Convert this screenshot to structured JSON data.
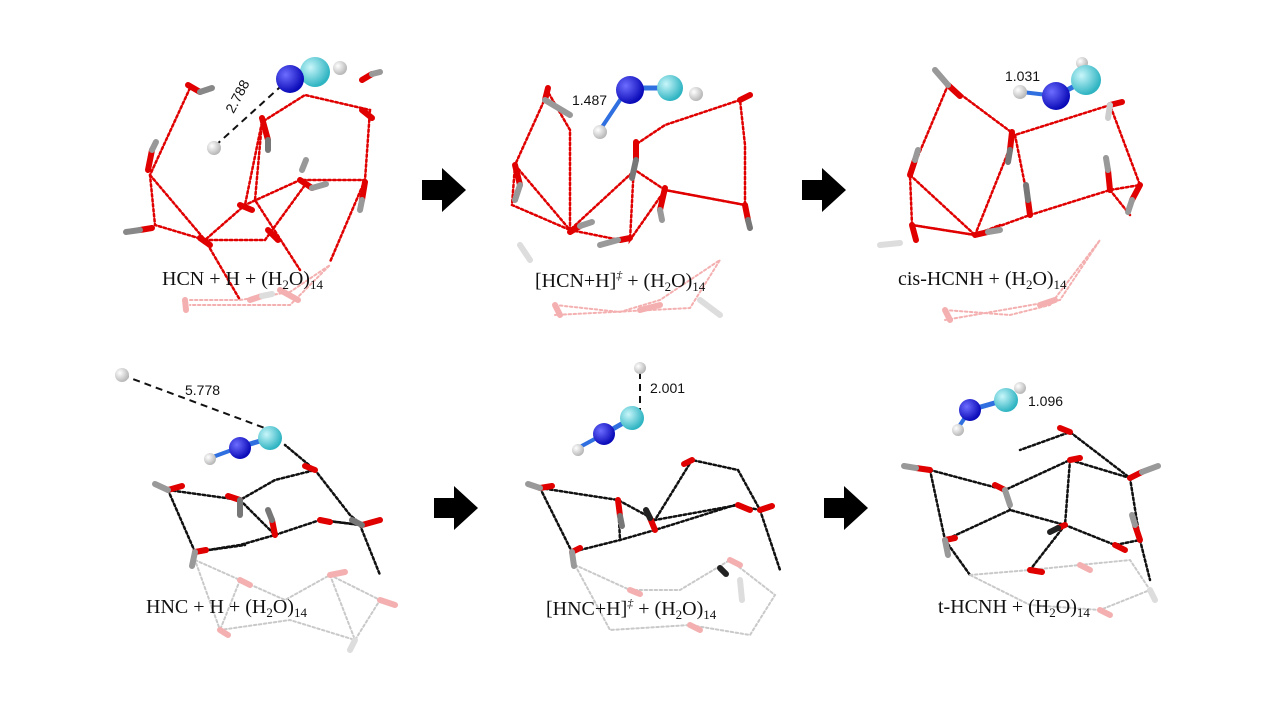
{
  "panels": [
    {
      "id": "p1",
      "label": {
        "main": "HCN + H + (H",
        "sub1": "2",
        "mid": "O)",
        "sub2": "14",
        "sup": ""
      },
      "distance": "2.788",
      "bond_color": "#e00000"
    },
    {
      "id": "p2",
      "label": {
        "main": "[HCN+H]",
        "sup": "‡",
        "mid": " + (H",
        "sub1": "2",
        "tail": "O)",
        "sub2": "14"
      },
      "distance": "1.487",
      "bond_color": "#e00000"
    },
    {
      "id": "p3",
      "label": {
        "main": "cis-HCNH + (H",
        "sub1": "2",
        "mid": "O)",
        "sub2": "14",
        "sup": ""
      },
      "distance": "1.031",
      "bond_color": "#e00000"
    },
    {
      "id": "p4",
      "label": {
        "main": "HNC + H + (H",
        "sub1": "2",
        "mid": "O)",
        "sub2": "14",
        "sup": ""
      },
      "distance": "5.778",
      "bond_color": "#111111"
    },
    {
      "id": "p5",
      "label": {
        "main": "[HNC+H]",
        "sup": "‡",
        "mid": " + (H",
        "sub1": "2",
        "tail": "O)",
        "sub2": "14"
      },
      "distance": "2.001",
      "bond_color": "#111111"
    },
    {
      "id": "p6",
      "label": {
        "main": "t-HCNH + (H",
        "sub1": "2",
        "mid": "O)",
        "sub2": "14",
        "sup": ""
      },
      "distance": "1.096",
      "bond_color": "#111111"
    }
  ],
  "colors": {
    "nitrogen": "#1a1ae0",
    "carbon": "#5fd6e0",
    "hydrogen": "#f2f2f2",
    "oxygen": "#e30000",
    "arrow": "#000000"
  }
}
